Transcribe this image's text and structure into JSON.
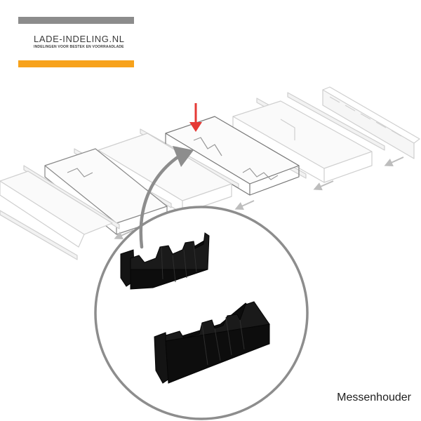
{
  "logo": {
    "title": "LADE-INDELING.NL",
    "subtitle": "INDELINGEN VOOR BESTEK EN VOORRAADLADE",
    "colors": {
      "top_bar": "#8c8c8c",
      "bottom_bar": "#f7a21b"
    }
  },
  "caption": "Messenhouder",
  "colors": {
    "highlight_arrow": "#e53935",
    "callout_arrow": "#8a8a8a",
    "product": "#111111",
    "drawing_lines": "#c8c8c8"
  },
  "icons": [
    "down-arrow-icon",
    "curved-arrow-icon",
    "slide-arrow-icon"
  ]
}
